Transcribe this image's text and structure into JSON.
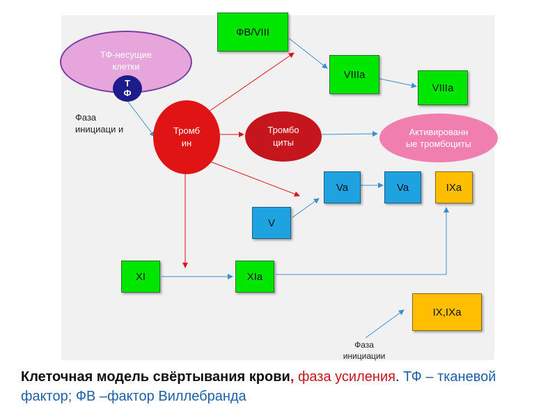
{
  "diagram": {
    "nodes": {
      "tf_cells": "ТФ-несущие клетки",
      "tf": "Т Ф",
      "fvwf_viii": "ФВ/VIII",
      "viiia_1": "VIIIa",
      "viiia_2": "VIIIa",
      "thrombin": "Тромб ин",
      "platelets": "Тромбо циты",
      "activated_platelets": "Активированн ые тромбоциты",
      "va_1": "Va",
      "va_2": "Va",
      "ixa": "IXa",
      "v": "V",
      "xi": "XI",
      "xia": "XIa",
      "ix_ixa": "IX,IXa"
    },
    "labels": {
      "initiation_left": "Фаза инициаци и",
      "initiation_bottom": "Фаза инициации"
    },
    "colors": {
      "green": "#00e600",
      "blue": "#1fa3e0",
      "amber": "#ffbe00",
      "red": "#e01414",
      "dark_red": "#c4161c",
      "pink": "#f07fb0",
      "lilac": "#e6a6dc",
      "tf_navy": "#1c1c8c",
      "arrow_red": "#e01414",
      "arrow_blue": "#3a8fd0"
    }
  },
  "caption": {
    "part1": "Клеточная модель свёртывания крови",
    "comma": ",",
    "part2": "фаза усиления",
    "part3": ".",
    "part4": "ТФ – тканевой фактор; ФВ –фактор Виллебранда"
  }
}
